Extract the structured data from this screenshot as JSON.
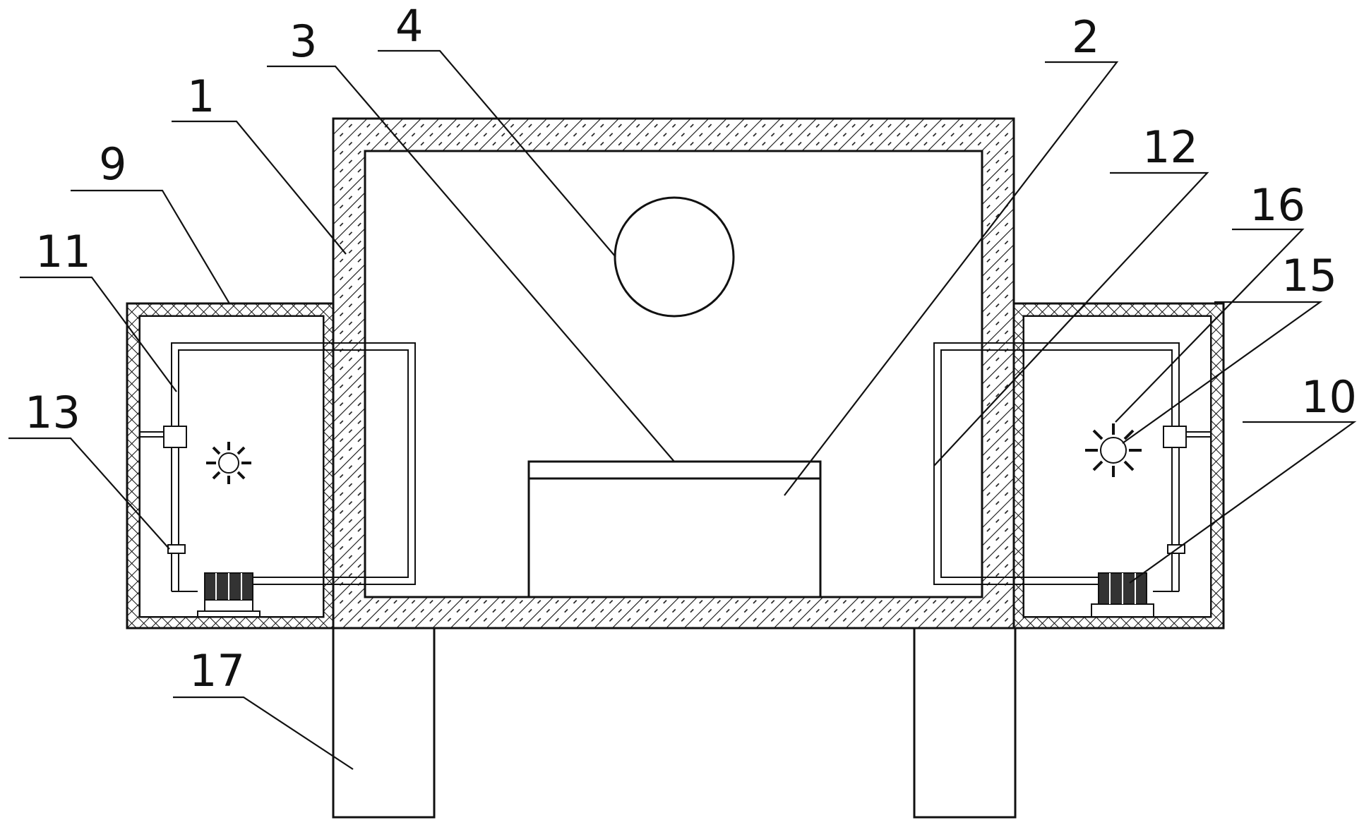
{
  "figure": {
    "labels": {
      "n1": "1",
      "n2": "2",
      "n3": "3",
      "n4": "4",
      "n9": "9",
      "n10": "10",
      "n11": "11",
      "n12": "12",
      "n13": "13",
      "n15": "15",
      "n16": "16",
      "n17": "17"
    }
  }
}
